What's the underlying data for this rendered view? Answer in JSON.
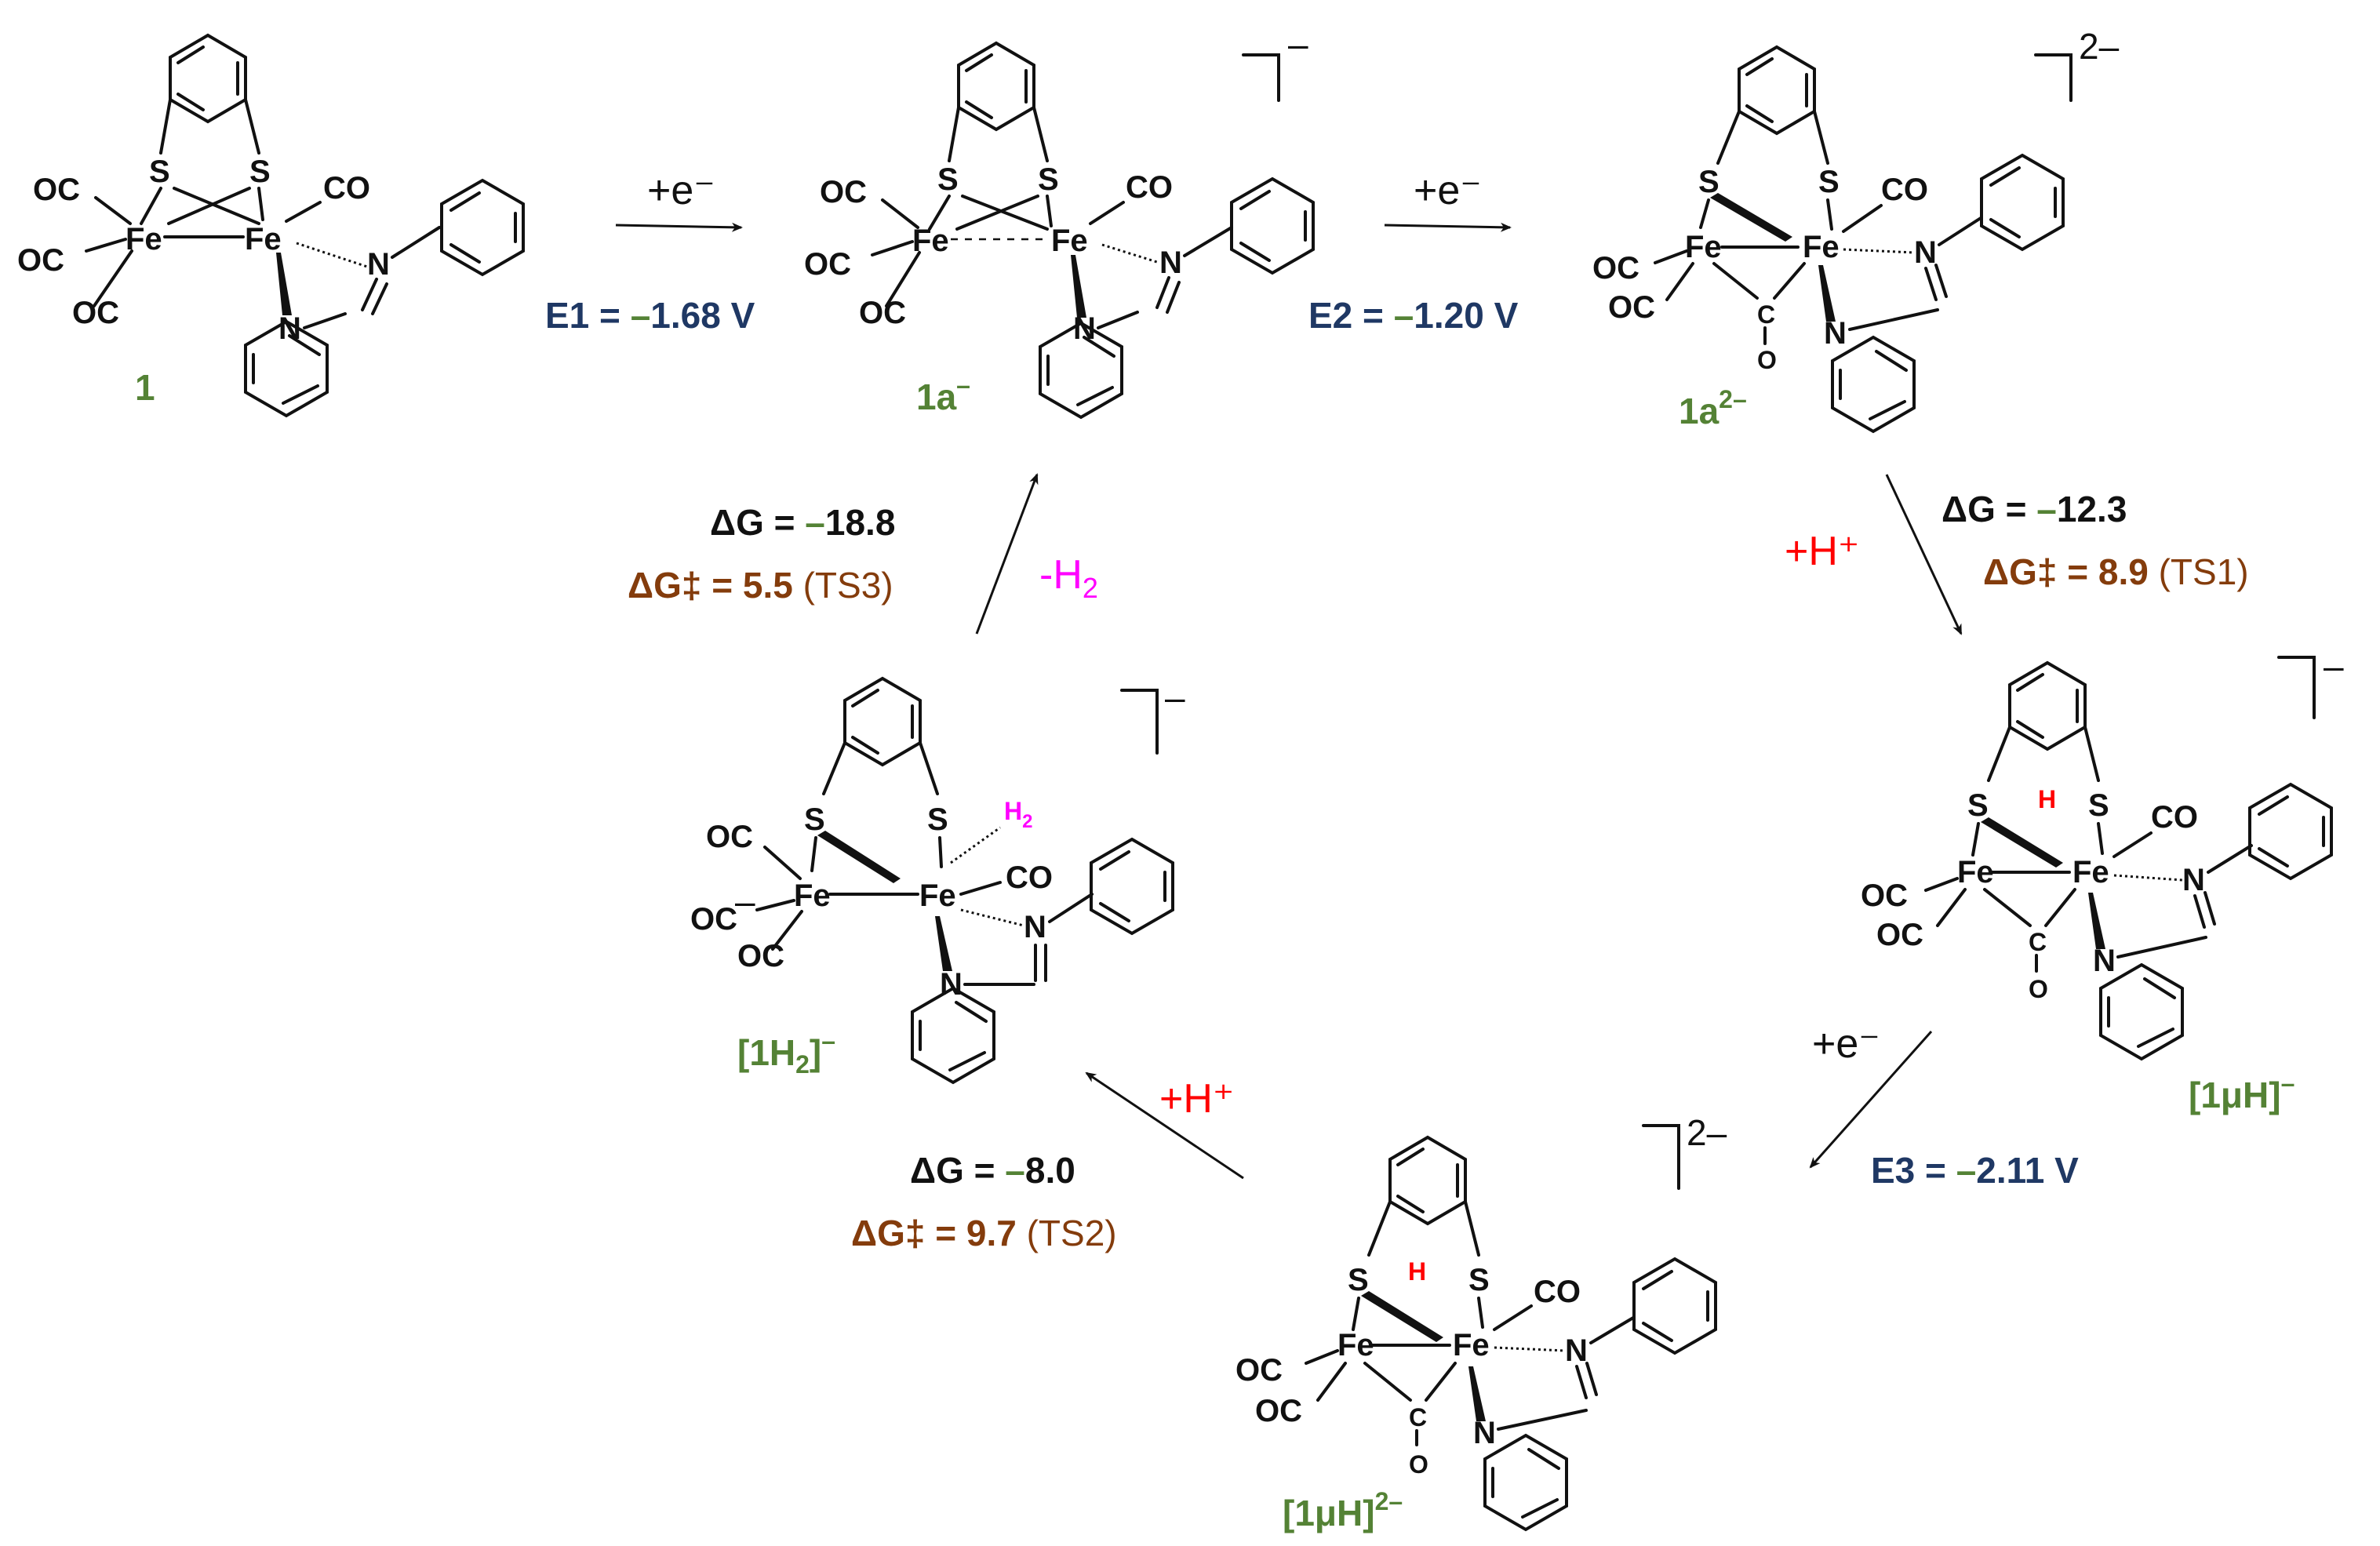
{
  "atoms": {
    "fe": "Fe",
    "s": "S",
    "n": "N",
    "oc": "OC",
    "co": "CO",
    "c": "C",
    "o": "O",
    "h": "H",
    "h2_sym": "H",
    "h2_sub": "2"
  },
  "species": {
    "s1": "1",
    "s1a_base": "1a",
    "s1a_sup": "–",
    "s1a2_base": "1a",
    "s1a2_sup": "2–",
    "s1uh_base": "[1μH]",
    "s1uh_sup": "–",
    "s1uh2_base": "[1μH]",
    "s1uh2_sup": "2–",
    "s1h2_base": "[1H",
    "s1h2_sub": "2",
    "s1h2_close": "]",
    "s1h2_sup": "–"
  },
  "charges": {
    "c1a": "–",
    "c1a2": "2–",
    "c1uh": "–",
    "c1uh2": "2–",
    "c1h2": "–"
  },
  "steps": {
    "e_add_1": "+e⁻",
    "e_add_2": "+e⁻",
    "e_add_3": "+e⁻",
    "h_add_1": "+H⁺",
    "h_add_2": "+H⁺",
    "h2_loss_prefix": "-H",
    "h2_loss_sub": "2"
  },
  "potentials": {
    "e1_prefix": "E1 = ",
    "e1_sign": "–",
    "e1_value": "1.68 V",
    "e2_prefix": "E2 = ",
    "e2_sign": "–",
    "e2_value": "1.20 V",
    "e3_prefix": "E3 = ",
    "e3_sign": "–",
    "e3_value": "2.11 V"
  },
  "energies": {
    "dg1_prefix": "ΔG = ",
    "dg1_sign": "–",
    "dg1_value": "12.3",
    "dgt1_prefix": "ΔG‡ = ",
    "dgt1_value": "8.9",
    "dgt1_ts": " (TS1)",
    "dg2_prefix": "ΔG = ",
    "dg2_sign": "–",
    "dg2_value": "8.0",
    "dgt2_prefix": "ΔG‡ = ",
    "dgt2_value": "9.7",
    "dgt2_ts": " (TS2)",
    "dg3_prefix": "ΔG = ",
    "dg3_sign": "–",
    "dg3_value": "18.8",
    "dgt3_prefix": "ΔG‡ = ",
    "dgt3_value": "5.5",
    "dgt3_ts": " (TS3)"
  },
  "colors": {
    "label_green": "#548235",
    "potential_navy": "#1F3864",
    "barrier_brown": "#843C0C",
    "proton_red": "#FF0000",
    "hydrogen_magenta": "#FF00FF"
  }
}
